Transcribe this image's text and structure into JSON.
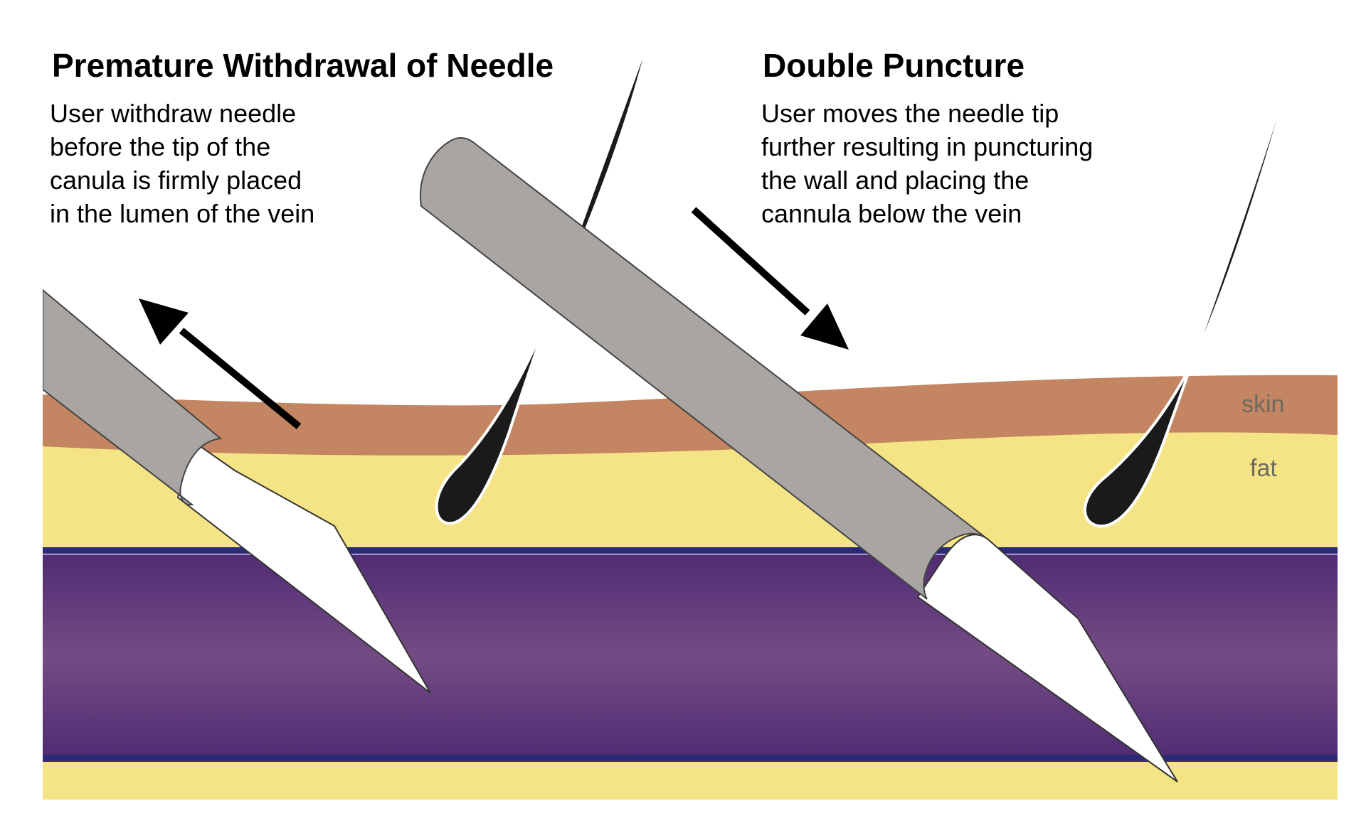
{
  "left_panel": {
    "title": "Premature Withdrawal of Needle",
    "description_lines": [
      "User withdraw needle",
      "before the tip of the",
      "canula is firmly placed",
      "in the lumen of the vein"
    ]
  },
  "right_panel": {
    "title": "Double Puncture",
    "description_lines": [
      "User moves the needle tip",
      "further resulting in puncturing",
      "the wall and placing the",
      "cannula below the vein"
    ]
  },
  "layers": {
    "skin": "skin",
    "fat": "fat"
  },
  "colors": {
    "skin": "#c48562",
    "fat": "#f5e485",
    "vein_dark": "#4e2a72",
    "vein_light": "#744c84",
    "vein_edge": "#2a2a78",
    "cannula": "#a8a5a2",
    "needle": "#ffffff",
    "hair": "#1a1a1a",
    "arrow": "#000000"
  }
}
